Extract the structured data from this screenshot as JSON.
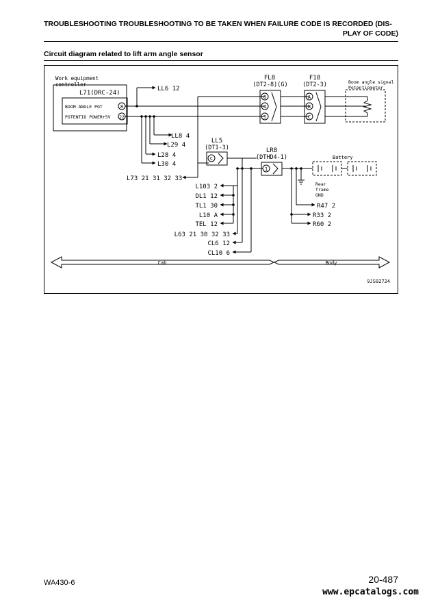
{
  "header": {
    "title_line1": "TROUBLESHOOTING   TROUBLESHOOTING TO BE TAKEN WHEN FAILURE CODE IS RECORDED (DIS-",
    "title_line2": "PLAY OF CODE)"
  },
  "section_title": "Circuit diagram related to lift arm angle sensor",
  "diagram": {
    "controller": {
      "label_line1": "Work equipment",
      "label_line2": "controller",
      "connector": "L71(DRC-24)",
      "pin_label_1": "BOOM ANGLE POT",
      "pin_label_2": "POTENTIO POWER+5V",
      "pin_1": "8",
      "pin_2": "22"
    },
    "fl8": {
      "name": "FL8",
      "type": "(DT2-8)(G)",
      "pins": [
        "8",
        "4",
        "5"
      ]
    },
    "f18": {
      "name": "F18",
      "type": "(DT2-3)",
      "pins": [
        "A",
        "B",
        "C"
      ]
    },
    "sensor": {
      "label_line1": "Boom angle signal",
      "label_line2": "Potentiometer"
    },
    "ll5": {
      "name": "LL5",
      "type": "(DT1-3)",
      "pin": "C"
    },
    "lr8": {
      "name": "LR8",
      "type": "(DTHD4-1)",
      "pin": "1"
    },
    "battery_label": "Battery",
    "ground_label_1": "Rear",
    "ground_label_2": "frame",
    "ground_label_3": "GND",
    "left_refs": [
      {
        "name": "LL6",
        "pin": "12"
      },
      {
        "name": "LL8",
        "pin": "4"
      },
      {
        "name": "L29",
        "pin": "4"
      },
      {
        "name": "L28",
        "pin": "4"
      },
      {
        "name": "L30",
        "pin": "4"
      }
    ],
    "l73": {
      "name": "L73",
      "pins": [
        "21",
        "31",
        "32",
        "33"
      ]
    },
    "center_refs": [
      {
        "name": "L103",
        "pin": "2"
      },
      {
        "name": "DL1",
        "pin": "12"
      },
      {
        "name": "TL1",
        "pin": "30"
      },
      {
        "name": "L10",
        "pin": "A"
      },
      {
        "name": "TEL",
        "pin": "12"
      }
    ],
    "l63": {
      "name": "L63",
      "pins": [
        "21",
        "30",
        "32",
        "33"
      ]
    },
    "bottom_refs": [
      {
        "name": "CL6",
        "pin": "12"
      },
      {
        "name": "CL10",
        "pin": "6"
      }
    ],
    "right_refs": [
      {
        "name": "R47",
        "pin": "2"
      },
      {
        "name": "R33",
        "pin": "2"
      },
      {
        "name": "R60",
        "pin": "2"
      }
    ],
    "cab_label": "Cab",
    "body_label": "Body",
    "figure_id": "9JS02724"
  },
  "footer": {
    "model": "WA430-6",
    "page": "20-487",
    "watermark": "www.epcatalogs.com"
  }
}
